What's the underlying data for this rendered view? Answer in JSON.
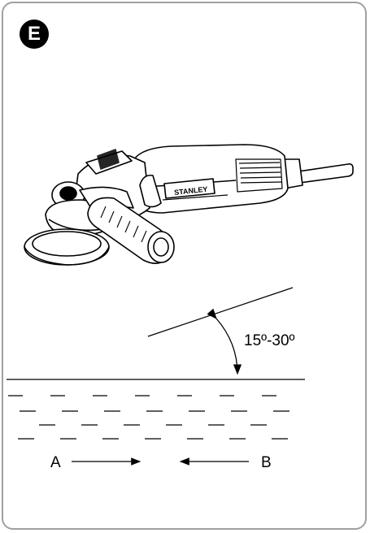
{
  "panel": {
    "badge": "E"
  },
  "tool": {
    "brand": "STANLEY",
    "icon": "angle-grinder-icon"
  },
  "angle": {
    "label": "15º-30º"
  },
  "direction": {
    "left_label": "A",
    "right_label": "B"
  }
}
